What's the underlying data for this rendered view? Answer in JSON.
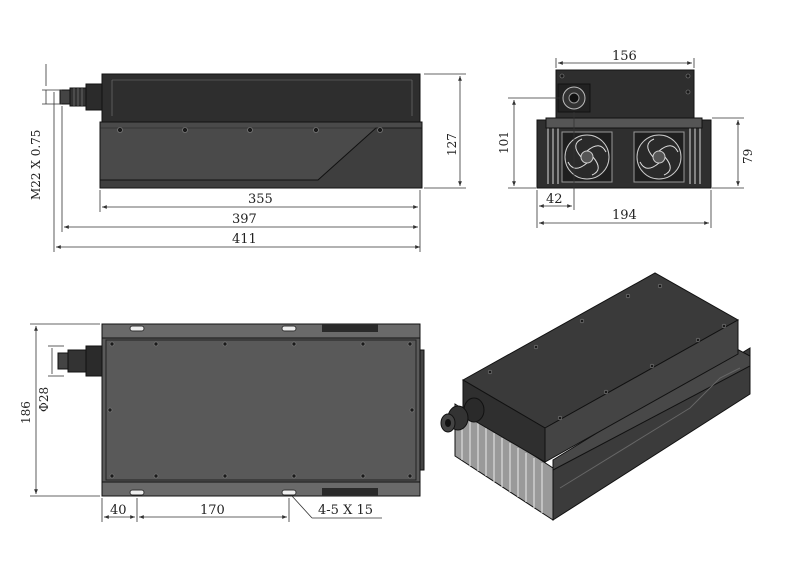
{
  "dimensions": {
    "front_length_1": "355",
    "front_length_2": "397",
    "front_length_3": "411",
    "front_height": "127",
    "thread_label": "M22 X 0.75",
    "side_width_top": "156",
    "side_height": "101",
    "side_fin_height": "79",
    "side_offset": "42",
    "side_width": "194",
    "top_depth": "186",
    "connector_dia": "Φ28",
    "hole_offset": "40",
    "hole_spacing": "170",
    "slot_spec": "4-5 X 15"
  },
  "colors": {
    "body": "#3a3a3a",
    "dark": "#2e2e2e",
    "lines": "#333333",
    "fins": "#bdbdbd"
  }
}
